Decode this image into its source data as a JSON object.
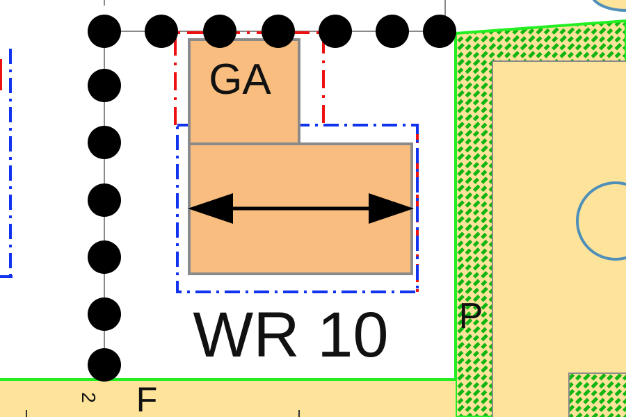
{
  "map": {
    "labels": {
      "garage": "GA",
      "zone": "WR 10",
      "parking": "P",
      "footpath": "F",
      "edge_number": "2"
    },
    "colors": {
      "building_fill": "#f9bd7f",
      "building_border": "#8a8a8a",
      "plot_fill": "#fde49a",
      "green_border": "#22ee22",
      "hatch": "#11b511",
      "red_line": "#ee1111",
      "blue_line": "#1133ee",
      "circle_outline": "#4f8fba",
      "dots": "#000000"
    },
    "icons": [
      "orientation-double-arrow-icon",
      "boundary-dot-icon"
    ]
  }
}
